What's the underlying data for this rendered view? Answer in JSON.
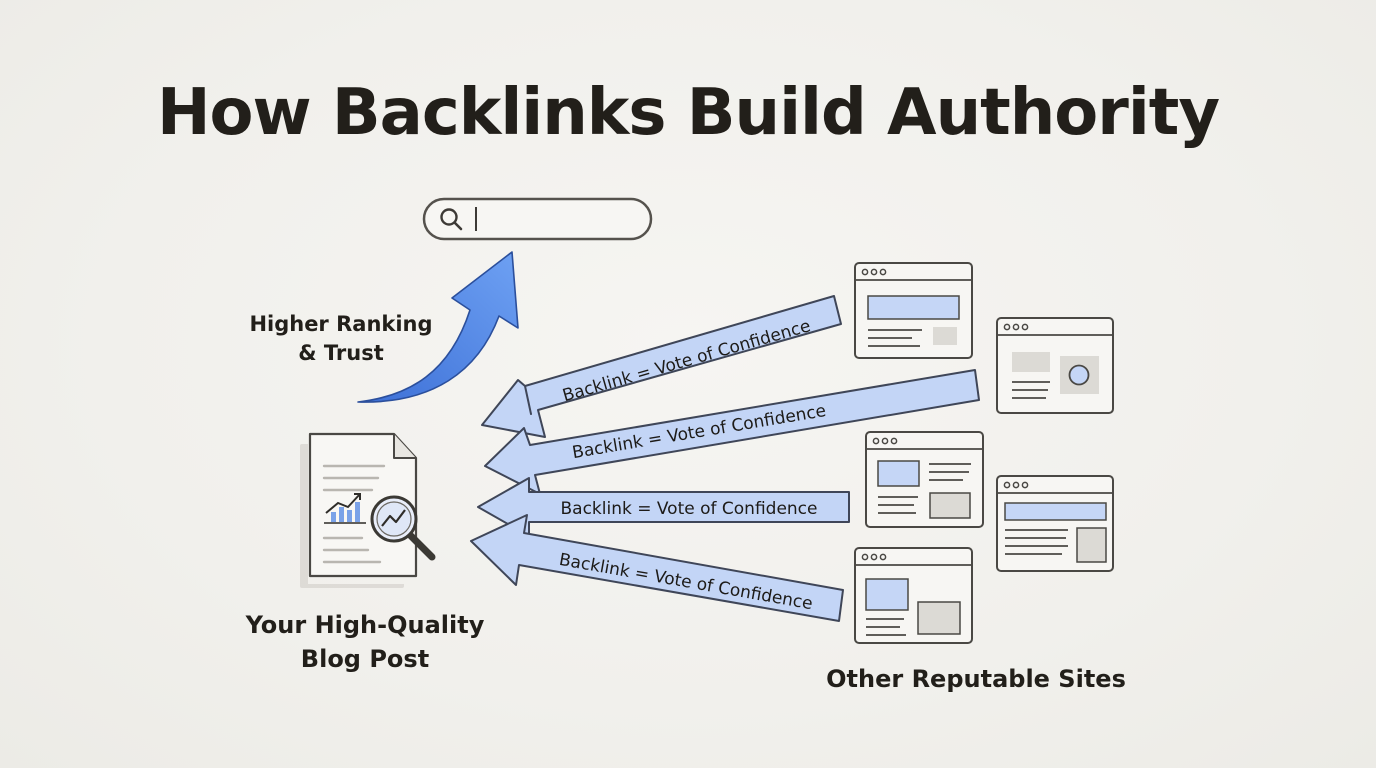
{
  "title": "How Backlinks Build Authority",
  "search": {
    "text": "",
    "icon": "search-icon"
  },
  "ranking_label": [
    "Higher Ranking",
    "& Trust"
  ],
  "blog_post_label": [
    "Your High-Quality",
    "Blog Post"
  ],
  "sites_label": "Other Reputable Sites",
  "backlink_arrows": [
    "Backlink = Vote of Confidence",
    "Backlink = Vote of Confidence",
    "Backlink = Vote of Confidence",
    "Backlink = Vote of Confidence"
  ],
  "colors": {
    "text": "#221f1a",
    "arrow_fill": "#c3d5f6",
    "arrow_stroke": "#3f4658",
    "growth_arrow": "#4a86e8",
    "panel_blue": "#c5d6f6",
    "panel_gray": "#dcdad5",
    "line": "#4a4844"
  }
}
